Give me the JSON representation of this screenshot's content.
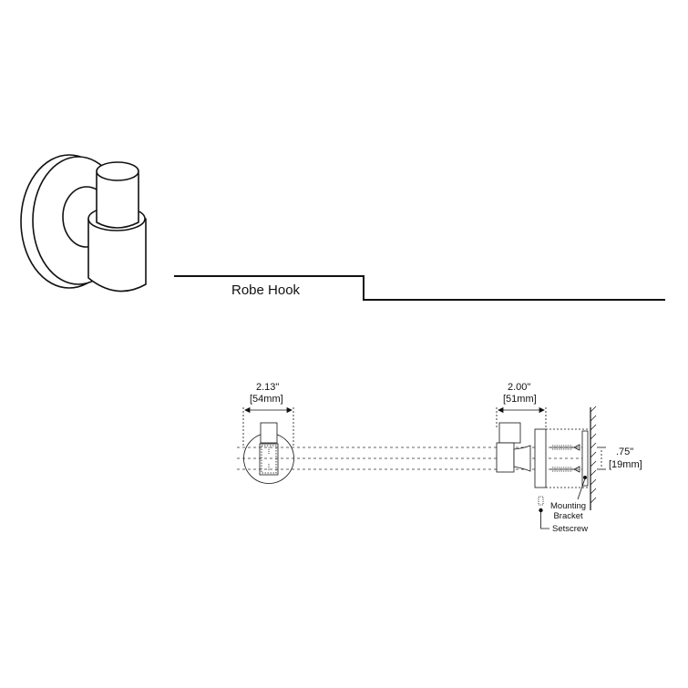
{
  "product": {
    "title": "Robe Hook"
  },
  "dimensions": {
    "width_in": "2.13\"",
    "width_mm": "[54mm]",
    "depth_in": "2.00\"",
    "depth_mm": "[51mm]",
    "height_in": ".75\"",
    "height_mm": "[19mm]"
  },
  "callouts": {
    "mounting_line1": "Mounting",
    "mounting_line2": "Bracket",
    "setscrew": "Setscrew"
  }
}
